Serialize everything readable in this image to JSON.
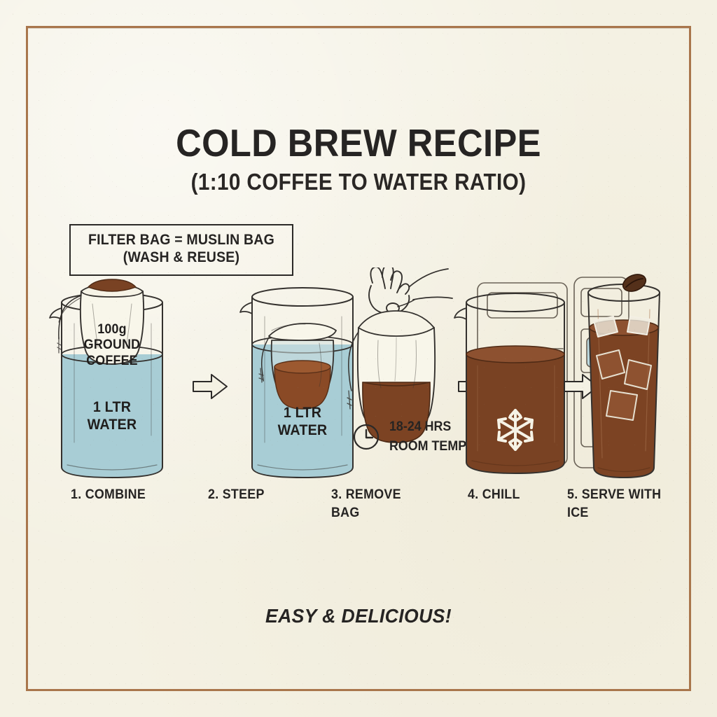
{
  "poster": {
    "title": "COLD BREW RECIPE",
    "subtitle": "(1:10 COFFEE TO WATER RATIO)",
    "footer": "EASY & DELICIOUS!",
    "background_color": "#f4f1e3",
    "border_color": "#a9764c",
    "ink_color": "#262423",
    "coffee_color": "#794223",
    "water_color": "#a8cdd5"
  },
  "note_box": {
    "line1": "FILTER BAG = MUSLIN BAG",
    "line2": "(WASH & REUSE)"
  },
  "timer": {
    "icon": "clock-icon",
    "line1": "18-24 HRS",
    "line2": "ROOM TEMP"
  },
  "steps": [
    {
      "number": "1",
      "caption": "1. COMBINE",
      "art": "jar-with-coffee-bag-and-water",
      "labels": [
        "100g\nGROUND\nCOFFEE",
        "1 LTR\nWATER"
      ]
    },
    {
      "number": "2",
      "caption": "2. STEEP",
      "art": "jar-with-bag-submerged",
      "labels": [
        "1 LTR\nWATER"
      ]
    },
    {
      "number": "3",
      "caption": "3. REMOVE\nBAG",
      "art": "hand-lifting-bag",
      "labels": []
    },
    {
      "number": "4",
      "caption": "4. CHILL",
      "art": "fridge-with-brew-jar",
      "labels": []
    },
    {
      "number": "5",
      "caption": "5. SERVE WITH\nICE",
      "art": "iced-coffee-glass",
      "labels": []
    }
  ],
  "arrows": [
    {
      "name": "arrow-step1-to-step2"
    },
    {
      "name": "arrow-step2-to-step3"
    },
    {
      "name": "arrow-step3-to-step4"
    },
    {
      "name": "arrow-step4-to-step5"
    }
  ]
}
